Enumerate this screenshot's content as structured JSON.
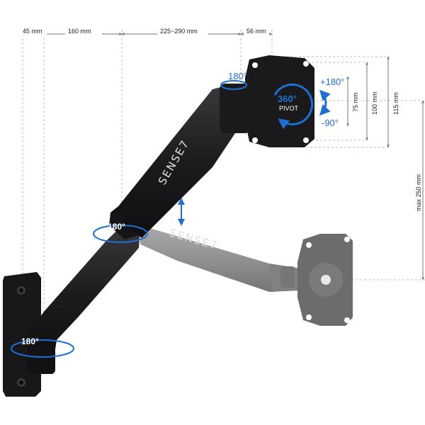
{
  "dimensions": {
    "wall_offset": "45 mm",
    "lower_arm": "160 mm",
    "upper_arm": "225~290 mm",
    "head_depth": "56 mm",
    "vesa_75": "75 mm",
    "vesa_100": "100 mm",
    "plate_height": "115 mm",
    "height_range": "max 250 mm"
  },
  "rotations": {
    "head_swivel": "180°",
    "elbow_swivel": "180°",
    "base_swivel": "180°",
    "pivot": "360°",
    "pivot_label": "PIVOT",
    "tilt_up": "+180°",
    "tilt_down": "-90°"
  },
  "brand": {
    "name_upper": "SENSE7",
    "name_lower": "SENSE7"
  },
  "colors": {
    "arrow_blue": "#1f6fd1",
    "arm_black": "#1c1c1e",
    "arm_gray": "#8a8a8c",
    "guide_gray": "#bdbdbd"
  }
}
